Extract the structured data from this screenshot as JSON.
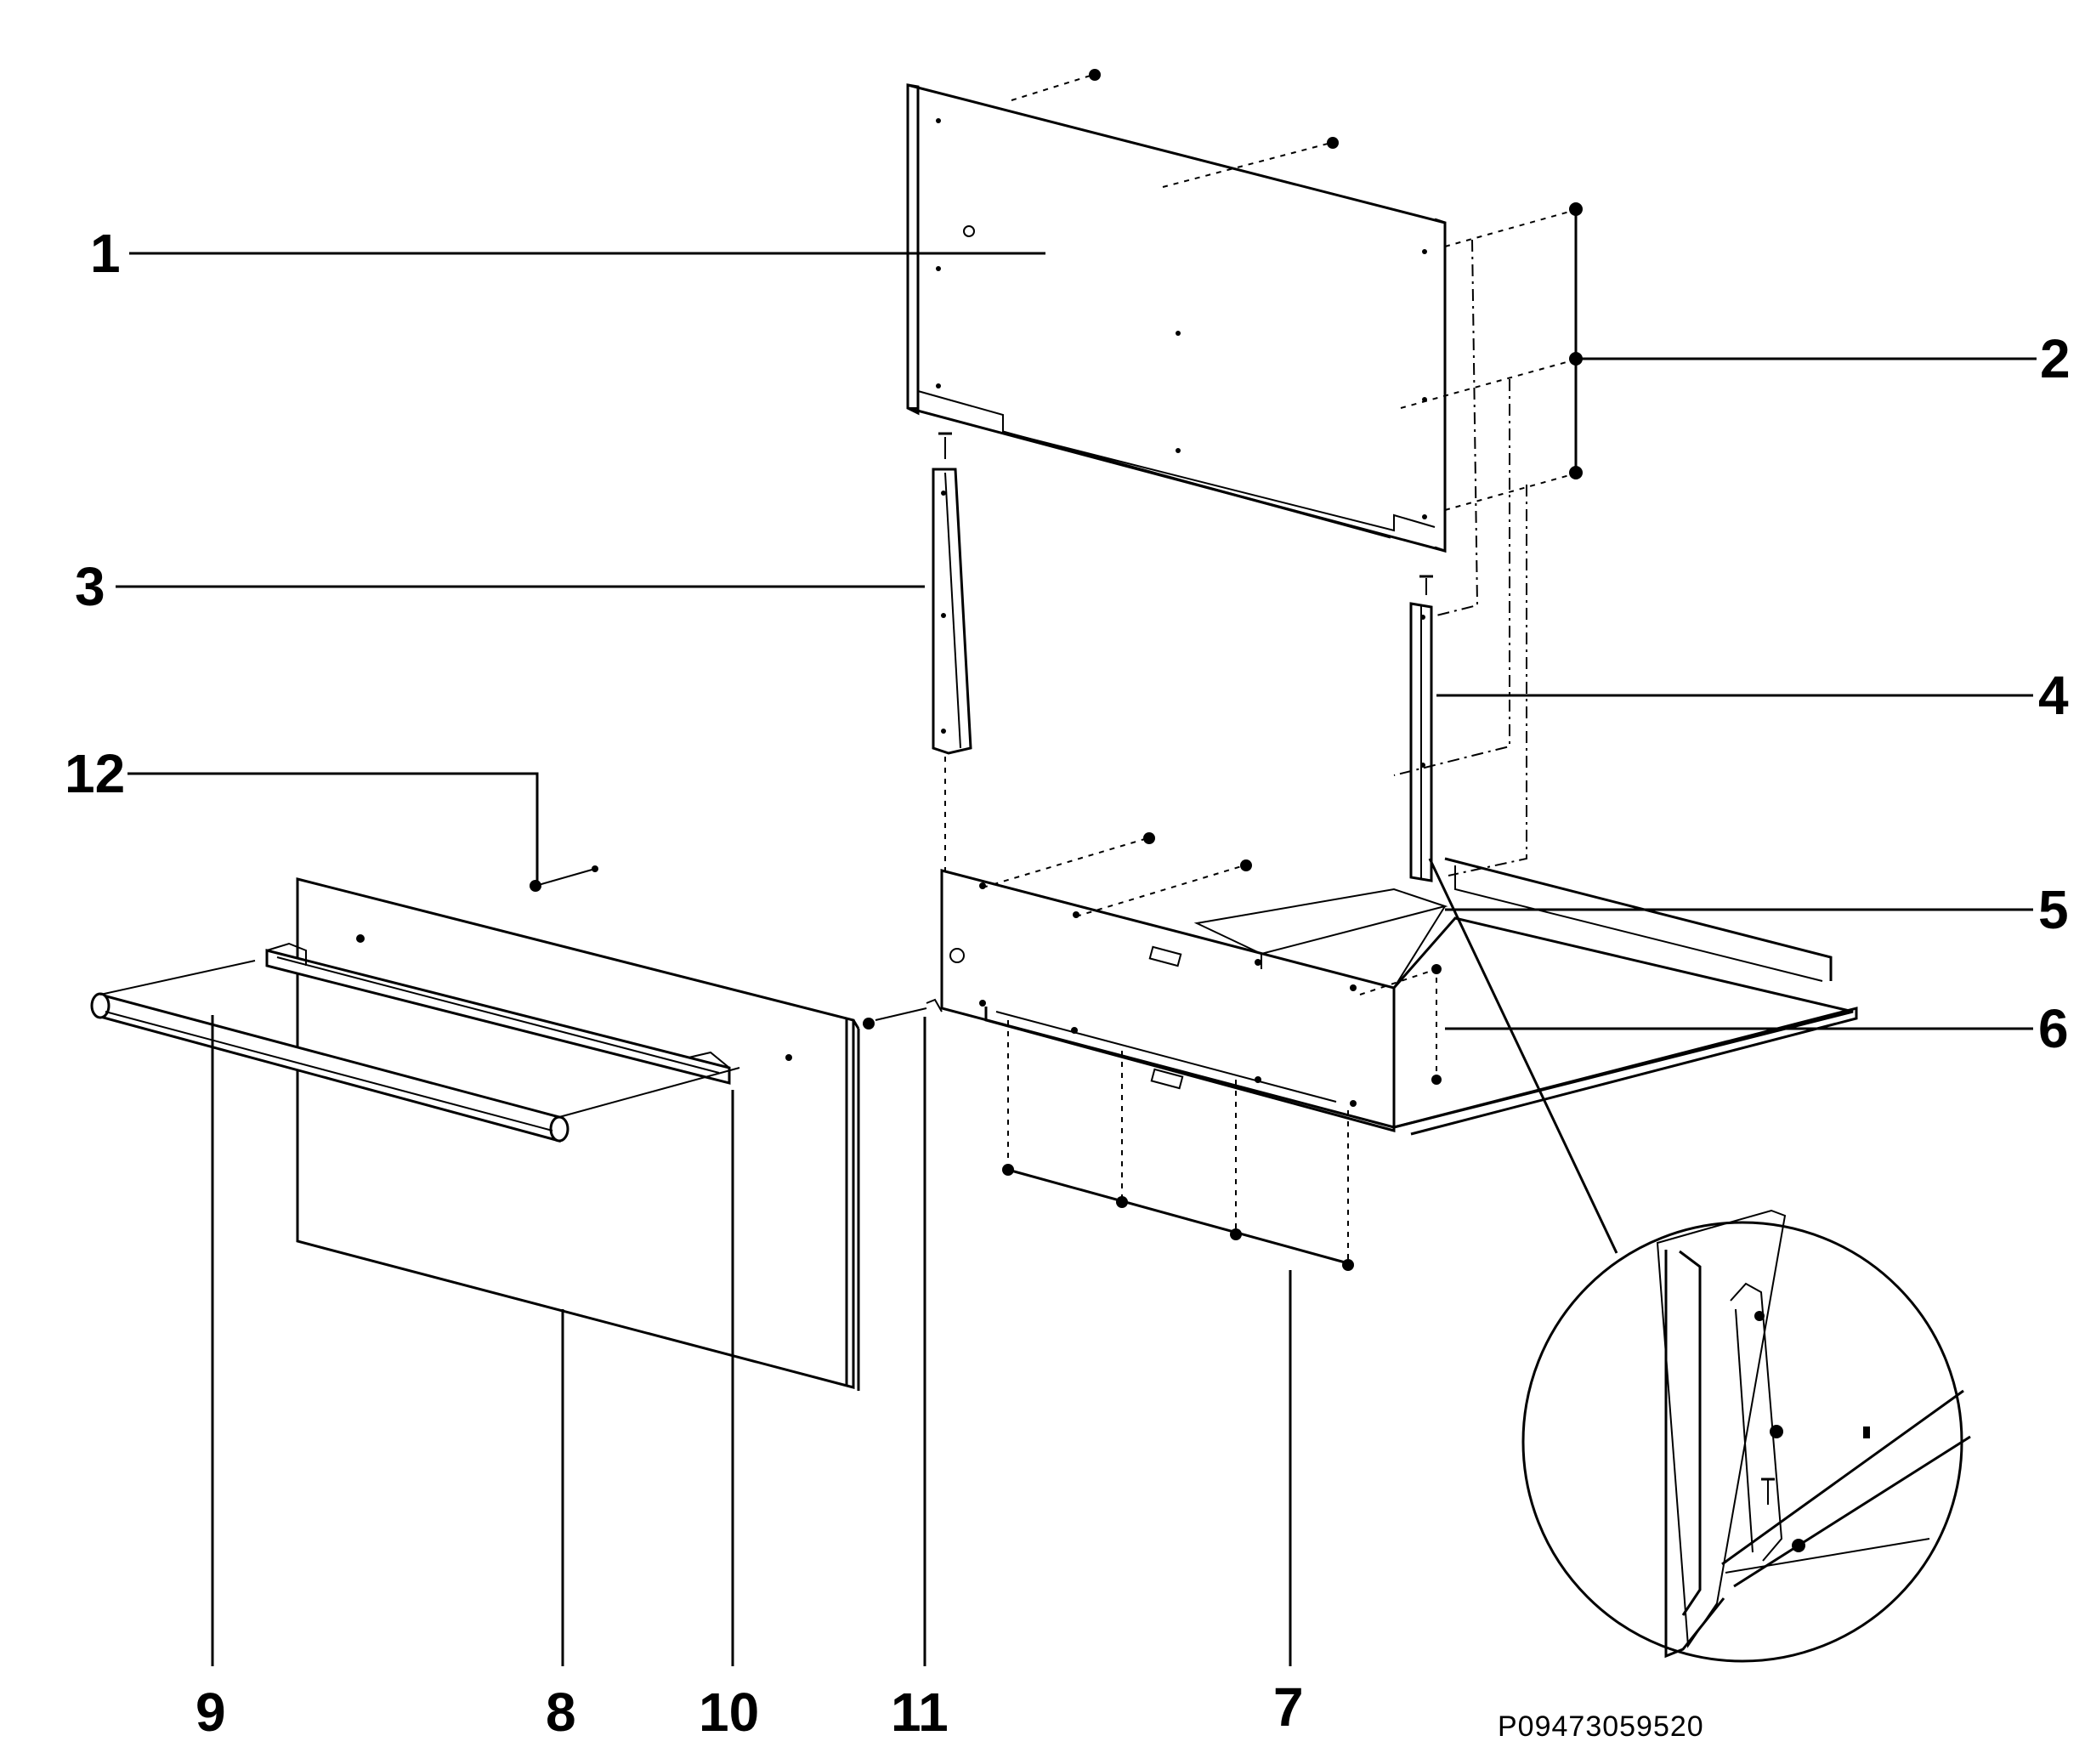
{
  "callouts": {
    "c1": "1",
    "c2": "2",
    "c3": "3",
    "c4": "4",
    "c5": "5",
    "c6": "6",
    "c7": "7",
    "c8": "8",
    "c9": "9",
    "c10": "10",
    "c11": "11",
    "c12": "12"
  },
  "reference_code": "P09473059520"
}
